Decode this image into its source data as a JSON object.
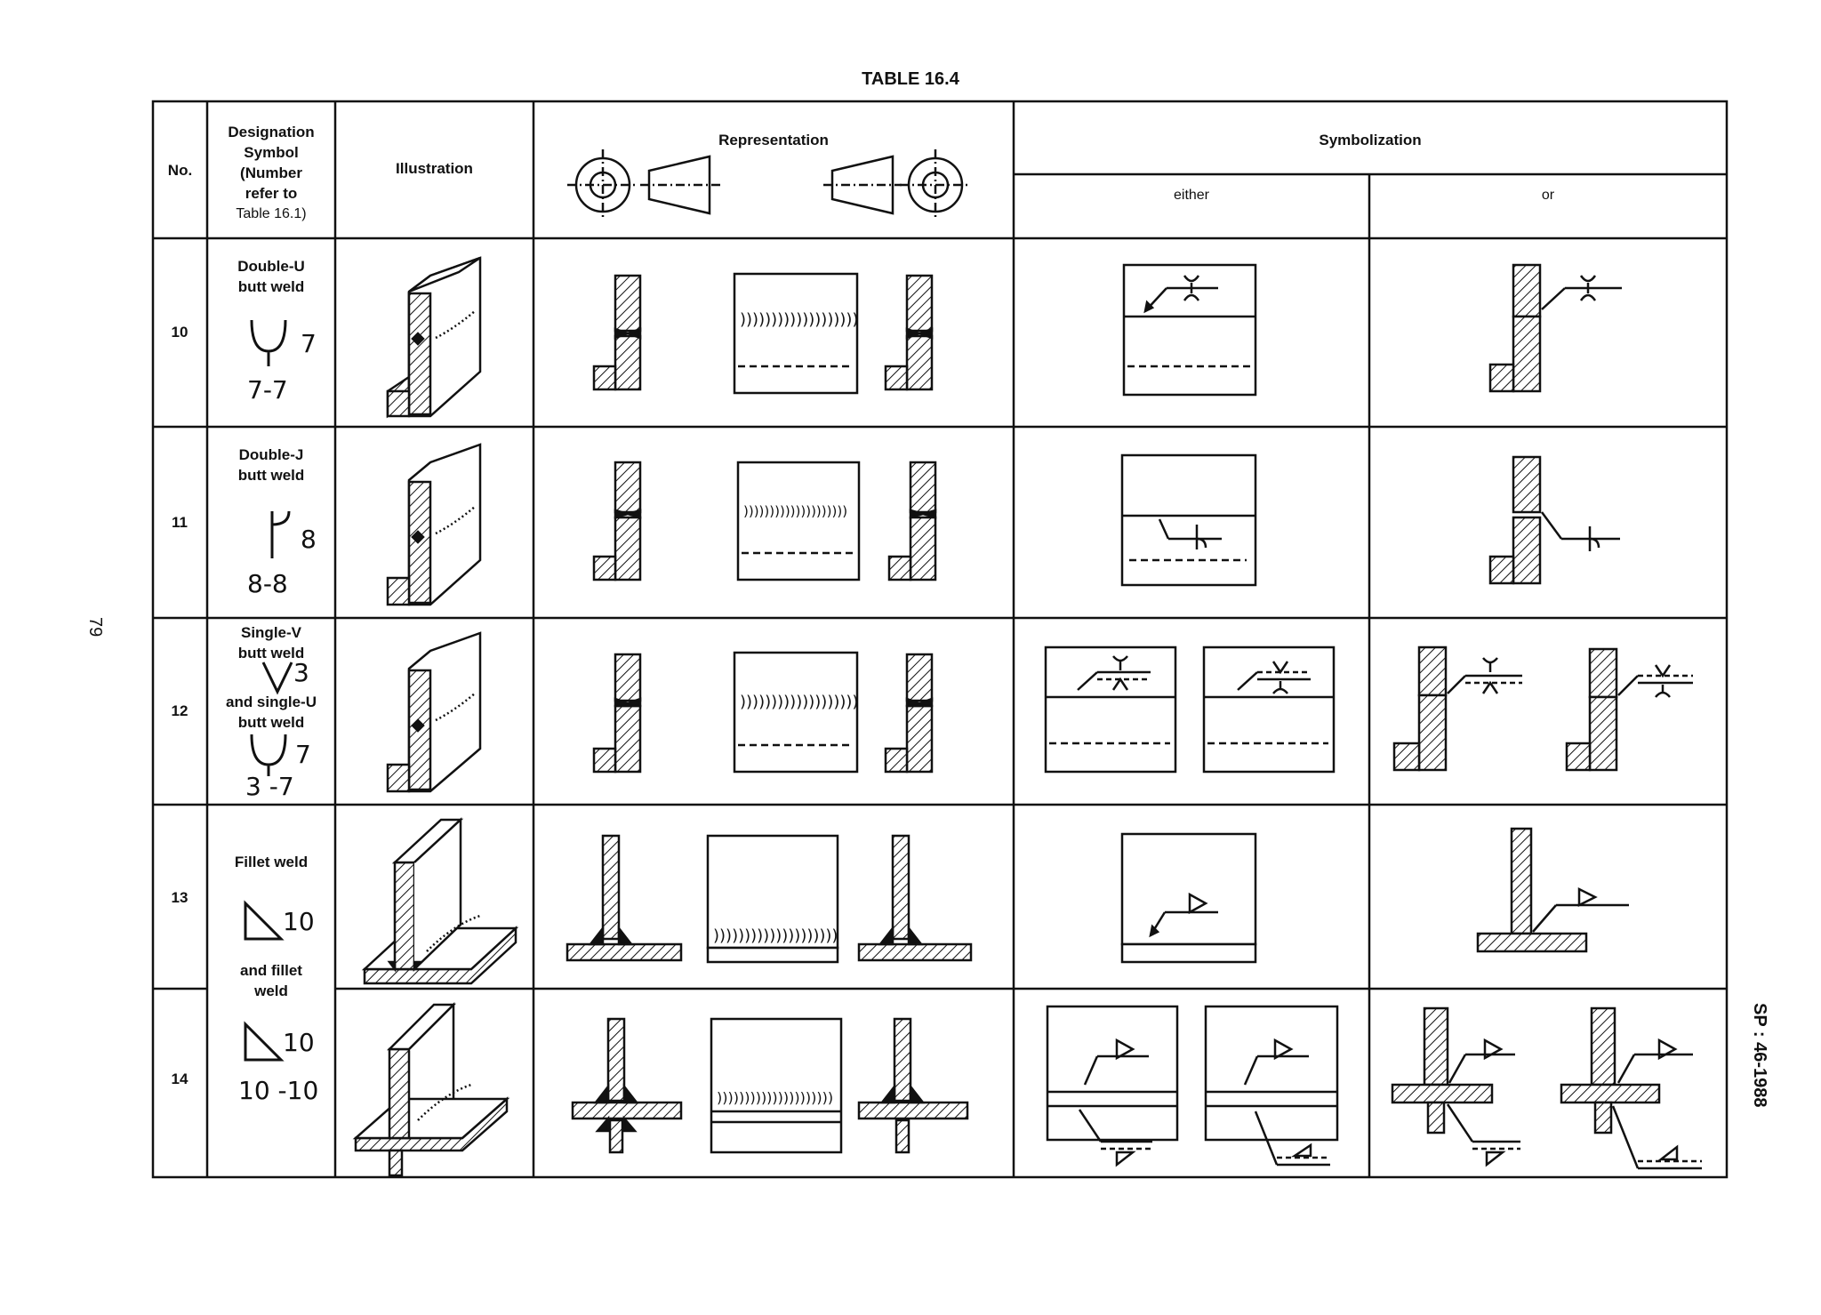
{
  "title": "TABLE 16.4",
  "page_number": "79",
  "doc_ref": "SP : 46-1988",
  "headers": {
    "no": "No.",
    "designation": [
      "Designation",
      "Symbol",
      "(Number",
      "refer to",
      "Table 16.1)"
    ],
    "illustration": "Illustration",
    "representation": "Representation",
    "symbolization": "Symbolization",
    "either": "either",
    "or": "or"
  },
  "rows": [
    {
      "no": "10",
      "designation": [
        "Double-U",
        "butt weld"
      ],
      "symbol_ref": "7",
      "symbol_code": "7-7"
    },
    {
      "no": "11",
      "designation": [
        "Double-J",
        "butt weld"
      ],
      "symbol_ref": "8",
      "symbol_code": "8-8"
    },
    {
      "no": "12",
      "designation": [
        "Single-V",
        "butt weld",
        "and single-U",
        "butt weld"
      ],
      "symbol_ref": "3",
      "symbol_ref2": "7",
      "symbol_code": "3 -7"
    },
    {
      "no": "13",
      "designation": [
        "Fillet weld"
      ],
      "symbol_ref": "10"
    },
    {
      "no": "14",
      "designation": [
        "and fillet",
        "weld"
      ],
      "symbol_ref": "10",
      "symbol_code": "10 -10"
    }
  ],
  "icons": [
    "double-u-symbol-icon",
    "double-j-symbol-icon",
    "single-v-symbol-icon",
    "single-u-symbol-icon",
    "fillet-symbol-icon",
    "projection-symbol-icon"
  ]
}
